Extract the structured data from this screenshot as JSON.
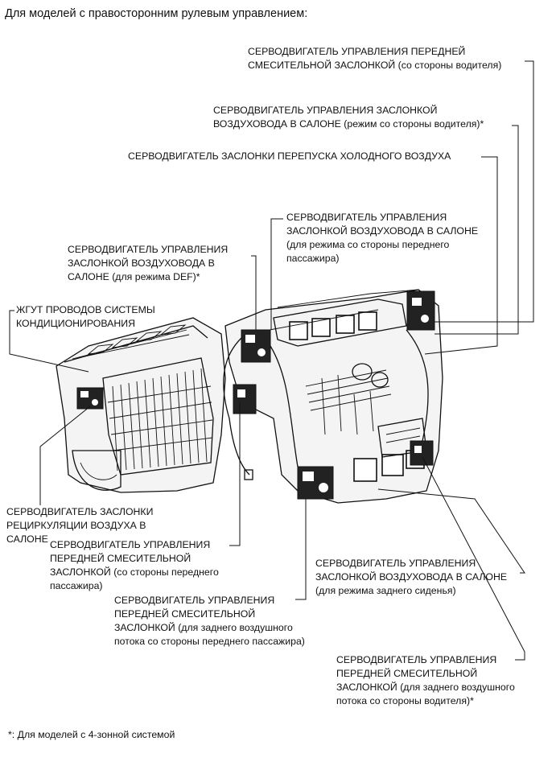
{
  "title": "Для моделей с правосторонним рулевым управлением:",
  "footnote": "*: Для моделей с 4-зонной системой",
  "labels": {
    "front_mix_driver": [
      "СЕРВОДВИГАТЕЛЬ УПРАВЛЕНИЯ ПЕРЕДНЕЙ",
      "СМЕСИТЕЛЬНОЙ ЗАСЛОНКОЙ (со стороны водителя)"
    ],
    "duct_driver": [
      "СЕРВОДВИГАТЕЛЬ УПРАВЛЕНИЯ ЗАСЛОНКОЙ",
      "ВОЗДУХОВОДА В САЛОНЕ (режим со стороны водителя)*"
    ],
    "cold_bypass": [
      "СЕРВОДВИГАТЕЛЬ ЗАСЛОНКИ ПЕРЕПУСКА ХОЛОДНОГО ВОЗДУХА"
    ],
    "duct_front_pass": [
      "СЕРВОДВИГАТЕЛЬ УПРАВЛЕНИЯ",
      "ЗАСЛОНКОЙ ВОЗДУХОВОДА В САЛОНЕ",
      "(для режима со стороны переднего",
      "пассажира)"
    ],
    "duct_def": [
      "СЕРВОДВИГАТЕЛЬ УПРАВЛЕНИЯ",
      "ЗАСЛОНКОЙ ВОЗДУХОВОДА В",
      "САЛОНЕ (для режима DEF)*"
    ],
    "harness": [
      "ЖГУТ ПРОВОДОВ СИСТЕМЫ",
      "КОНДИЦИОНИРОВАНИЯ"
    ],
    "recirc": [
      "СЕРВОДВИГАТЕЛЬ ЗАСЛОНКИ",
      "РЕЦИРКУЛЯЦИИ ВОЗДУХА В",
      "САЛОНЕ"
    ],
    "front_mix_pass": [
      "СЕРВОДВИГАТЕЛЬ УПРАВЛЕНИЯ",
      "ПЕРЕДНЕЙ СМЕСИТЕЛЬНОЙ",
      "ЗАСЛОНКОЙ (со стороны переднего",
      "пассажира)"
    ],
    "duct_rear": [
      "СЕРВОДВИГАТЕЛЬ УПРАВЛЕНИЯ",
      "ЗАСЛОНКОЙ ВОЗДУХОВОДА В САЛОНЕ",
      "(для режима заднего сиденья)"
    ],
    "rear_mix_pass": [
      "СЕРВОДВИГАТЕЛЬ УПРАВЛЕНИЯ",
      "ПЕРЕДНЕЙ СМЕСИТЕЛЬНОЙ",
      "ЗАСЛОНКОЙ (для заднего воздушного",
      "потока со стороны переднего пассажира)"
    ],
    "rear_mix_driver": [
      "СЕРВОДВИГАТЕЛЬ УПРАВЛЕНИЯ",
      "ПЕРЕДНЕЙ СМЕСИТЕЛЬНОЙ",
      "ЗАСЛОНКОЙ (для заднего воздушного",
      "потока со стороны водителя)*"
    ]
  }
}
